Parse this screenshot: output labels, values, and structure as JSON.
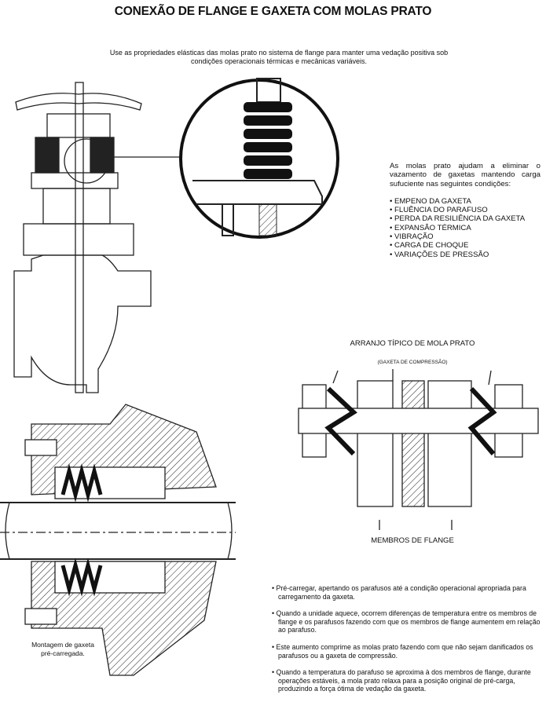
{
  "title": "CONEXÃO DE FLANGE E GAXETA COM MOLAS PRATO",
  "intro": "Use as propriedades elásticas das molas prato no sistema de flange para manter uma vedação positiva sob condições operacionais térmicas e mecânicas variáveis.",
  "side": {
    "paragraph": "As molas prato ajudam a eliminar o vazamento de gaxetas mantendo carga sufuciente nas seguintes condições:",
    "items": [
      "• EMPENO DA GAXETA",
      "• FLUÊNCIA DO PARAFUSO",
      "• PERDA DA RESILIÊNCIA DA GAXETA",
      "• EXPANSÃO TÉRMICA",
      "• VIBRAÇÃO",
      "• CARGA DE CHOQUE",
      "• VARIAÇÕES DE PRESSÃO"
    ]
  },
  "arrangement": {
    "title": "ARRANJO TÍPICO DE MOLA PRATO",
    "subtitle": "(GAXETA DE COMPRESSÃO)",
    "members": "MEMBROS DE FLANGE"
  },
  "caption": "Montagem de gaxeta pré-carregada.",
  "notes": [
    "• Pré-carregar, apertando os parafusos até a condição operacional apropriada para carregamento da gaxeta.",
    "• Quando a unidade aquece, ocorrem diferenças de temperatura entre os membros de flange e os parafusos fazendo com que os membros de flange aumentem em relação ao parafuso.",
    "• Este aumento comprime as molas prato fazendo com que não sejam danificados os parafusos ou a gaxeta de compressão.",
    "• Quando a temperatura do parafuso se aproxima à dos membros de flange, durante operações estáveis, a mola prato relaxa para a posição original de pré-carga, produzindo a força ótima de vedação da gaxeta."
  ]
}
